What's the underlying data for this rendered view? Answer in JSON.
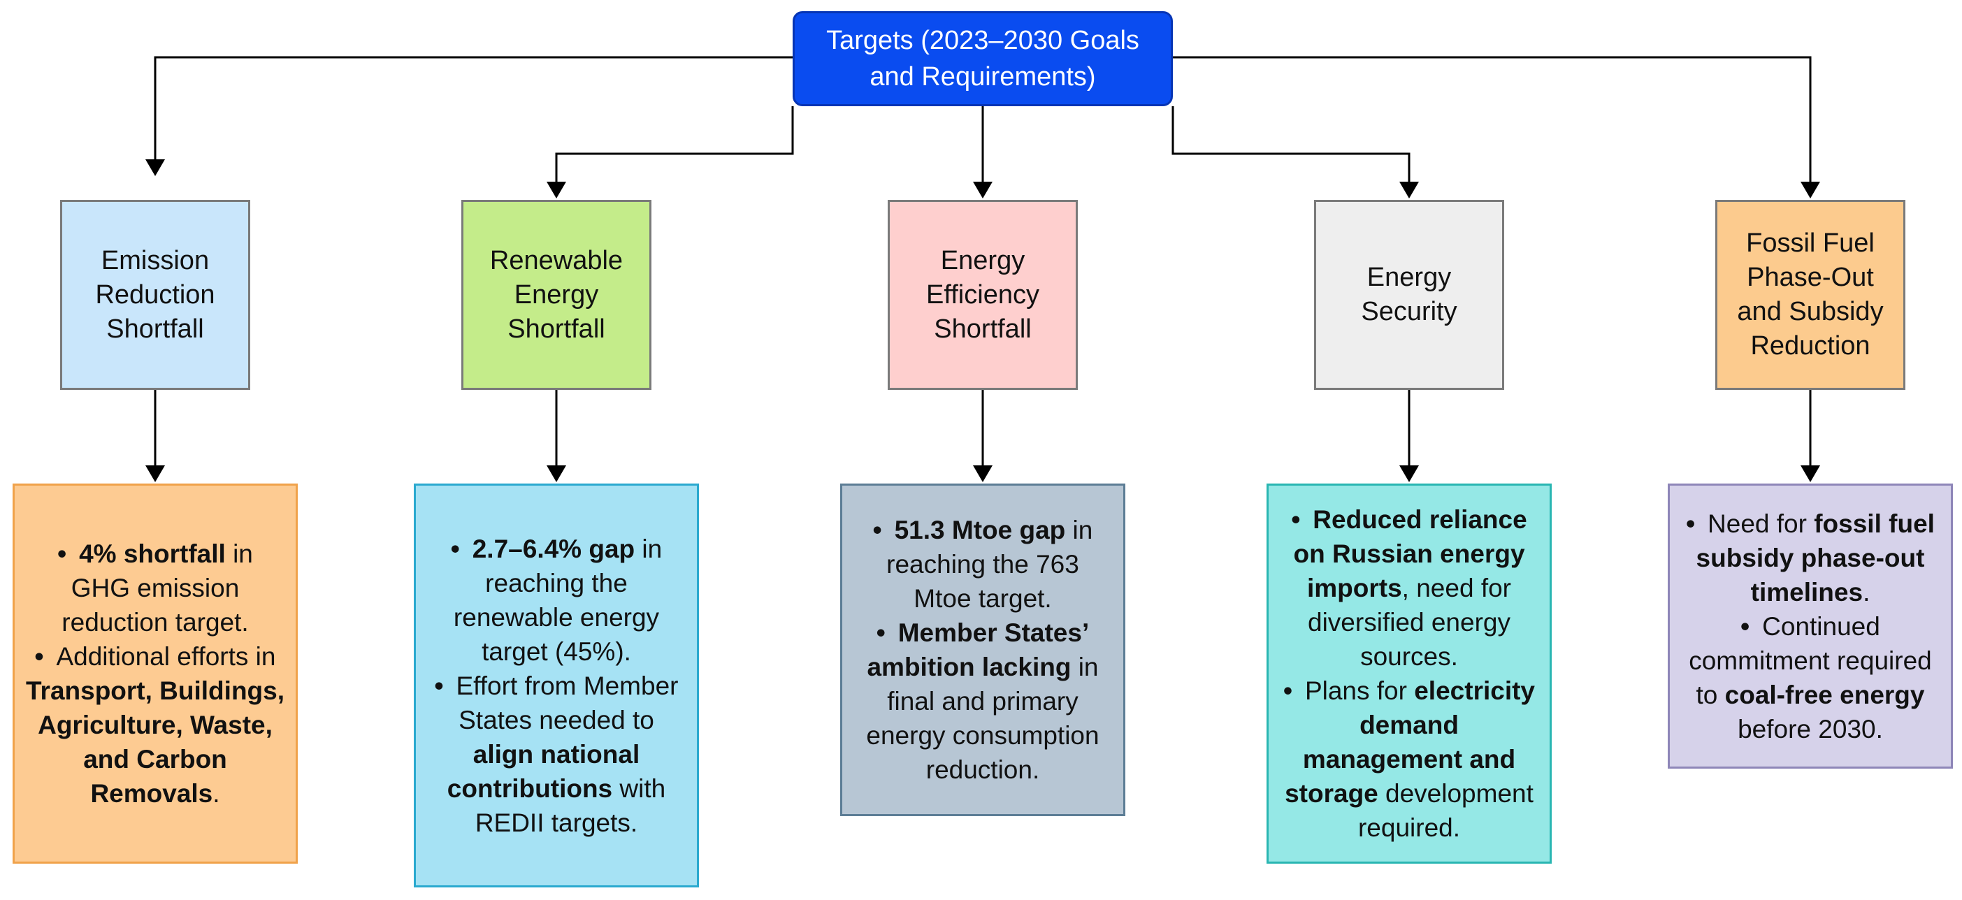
{
  "root": {
    "title": "Targets (2023–2030 Goals and Requirements)"
  },
  "categories": [
    {
      "label": "Emission Reduction Shortfall",
      "color": "#c9e6fb"
    },
    {
      "label": "Renewable Energy Shortfall",
      "color": "#c4ec8a"
    },
    {
      "label": "Energy Efficiency Shortfall",
      "color": "#fecfce"
    },
    {
      "label": "Energy Security",
      "color": "#eeeeee"
    },
    {
      "label": "Fossil Fuel Phase-Out and Subsidy Reduction",
      "color": "#fccb8e"
    }
  ],
  "details": [
    {
      "bg": "#fdcb92",
      "border": "#f0a24a",
      "b1_bold": "4% shortfall",
      "b1_rest": " in GHG emission reduction target.",
      "b2_pre": "Additional efforts in ",
      "b2_bold": "Transport, Buildings, Agriculture, Waste, and Carbon Removals",
      "b2_post": "."
    },
    {
      "bg": "#a6e2f4",
      "border": "#2aa9cf",
      "b1_bold": "2.7–6.4% gap",
      "b1_rest": " in reaching the renewable energy target (45%).",
      "b2_pre": "Effort from Member States needed to ",
      "b2_bold": "align national contributions",
      "b2_post": " with REDII targets."
    },
    {
      "bg": "#b7c6d4",
      "border": "#5c7d95",
      "b1_bold": "51.3 Mtoe gap",
      "b1_rest": " in reaching the 763 Mtoe target.",
      "b2_pre": "",
      "b2_bold": "Member States’ ambition lacking",
      "b2_post": " in final and primary energy consumption reduction."
    },
    {
      "bg": "#95e8e6",
      "border": "#29b6b2",
      "b1_bold": "Reduced reliance on Russian energy imports",
      "b1_rest": ", need for diversified energy sources.",
      "b2_pre": "Plans for ",
      "b2_bold": "electricity demand management and storage",
      "b2_post": " development required."
    },
    {
      "bg": "#d6d2ea",
      "border": "#8e86b8",
      "b1_pre": "Need for ",
      "b1_bold": "fossil fuel subsidy phase-out timelines",
      "b1_rest": ".",
      "b2_pre": "Continued commitment required to ",
      "b2_bold": "coal-free energy",
      "b2_post": " before 2030."
    }
  ]
}
